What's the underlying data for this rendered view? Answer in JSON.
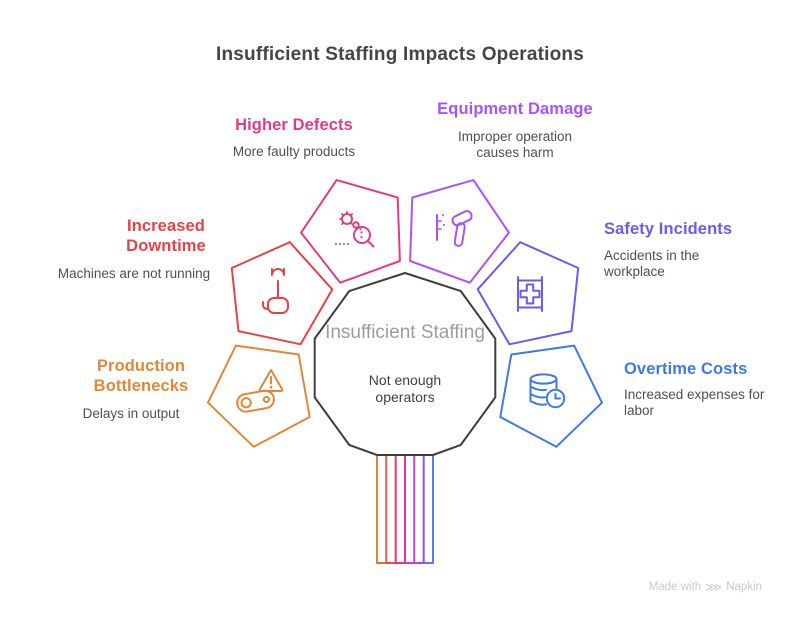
{
  "title": "Insufficient Staffing Impacts Operations",
  "center": {
    "label": "Insufficient Staffing",
    "sublabel": "Not enough operators",
    "outline_color": "#3F3F3F"
  },
  "items": [
    {
      "id": "production-bottlenecks",
      "label": "Production Bottlenecks",
      "description": "Delays in output",
      "color": "#DD883C",
      "icon": "conveyor-warning-icon"
    },
    {
      "id": "increased-downtime",
      "label": "Increased Downtime",
      "description": "Machines are not running",
      "color": "#E0454A",
      "icon": "hand-wrench-icon"
    },
    {
      "id": "higher-defects",
      "label": "Higher Defects",
      "description": "More faulty products",
      "color": "#DE3D86",
      "icon": "bug-magnifier-icon"
    },
    {
      "id": "equipment-damage",
      "label": "Equipment Damage",
      "description": "Improper operation causes harm",
      "color": "#A855F7",
      "icon": "hammer-damage-icon"
    },
    {
      "id": "safety-incidents",
      "label": "Safety Incidents",
      "description": "Accidents in the workplace",
      "color": "#6C5CE7",
      "icon": "first-aid-kit-icon"
    },
    {
      "id": "overtime-costs",
      "label": "Overtime Costs",
      "description": "Increased expenses for labor",
      "color": "#4179DE",
      "icon": "coins-clock-icon"
    }
  ],
  "stem": {
    "line_colors": [
      "#D9873E",
      "#DF5F48",
      "#E23E63",
      "#DB3992",
      "#BE45D6",
      "#9052F0",
      "#5780E6"
    ],
    "base_colors": [
      "#DB7342",
      "#E14F55",
      "#DF3C7B",
      "#CD3FB4",
      "#A74BE3",
      "#7469EB"
    ]
  },
  "theme": {
    "title_color": "#454545",
    "body_text_color": "#4F4F4F",
    "center_label_color": "#9C9C9C",
    "center_sub_color": "#3F3F3F",
    "footer_color": "#C9C9C9",
    "background": "#FFFFFF"
  },
  "footer": {
    "made_with": "Made with",
    "brand": "Napkin",
    "logo": "napkin-logo-icon"
  }
}
